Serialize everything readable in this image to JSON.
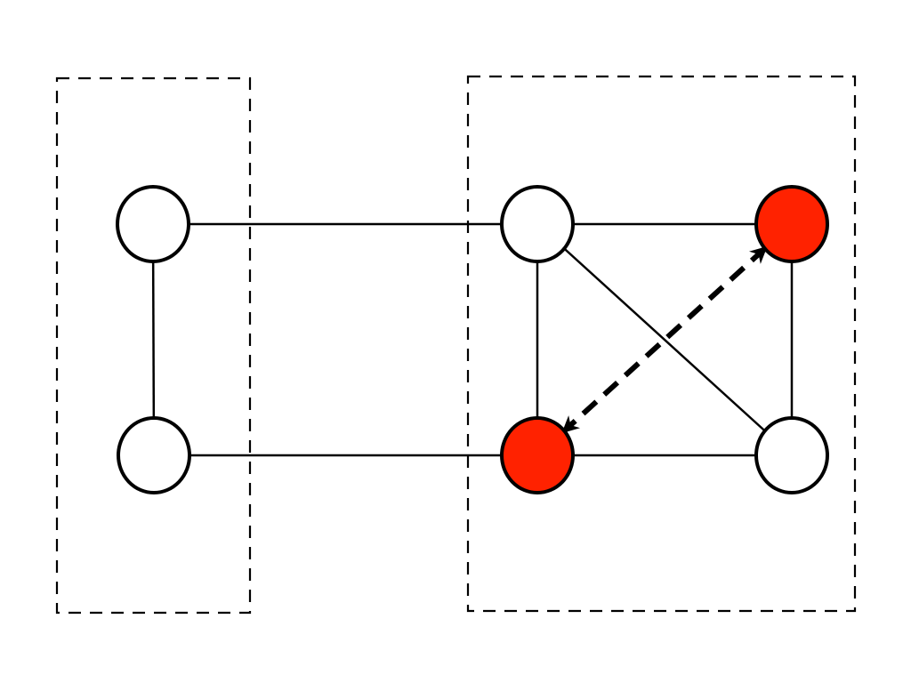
{
  "diagram": {
    "groups": [
      {
        "id": "group-left",
        "nodes": [
          "n1",
          "n2"
        ]
      },
      {
        "id": "group-right",
        "nodes": [
          "n3",
          "n4",
          "n5",
          "n6"
        ]
      }
    ],
    "nodes": [
      {
        "id": "n1",
        "highlighted": false
      },
      {
        "id": "n2",
        "highlighted": false
      },
      {
        "id": "n3",
        "highlighted": false
      },
      {
        "id": "n4",
        "highlighted": true
      },
      {
        "id": "n5",
        "highlighted": true
      },
      {
        "id": "n6",
        "highlighted": false
      }
    ],
    "edges": [
      {
        "from": "n1",
        "to": "n2"
      },
      {
        "from": "n1",
        "to": "n3"
      },
      {
        "from": "n2",
        "to": "n5"
      },
      {
        "from": "n3",
        "to": "n4"
      },
      {
        "from": "n3",
        "to": "n5"
      },
      {
        "from": "n3",
        "to": "n6"
      },
      {
        "from": "n4",
        "to": "n6"
      },
      {
        "from": "n5",
        "to": "n6"
      }
    ],
    "relation": {
      "from": "n4",
      "to": "n5",
      "style": "dashed",
      "direction": "bidirectional"
    },
    "colors": {
      "node_fill": "#ffffff",
      "highlight_fill": "#ff2200",
      "stroke": "#000000",
      "background": "#ffffff"
    }
  }
}
